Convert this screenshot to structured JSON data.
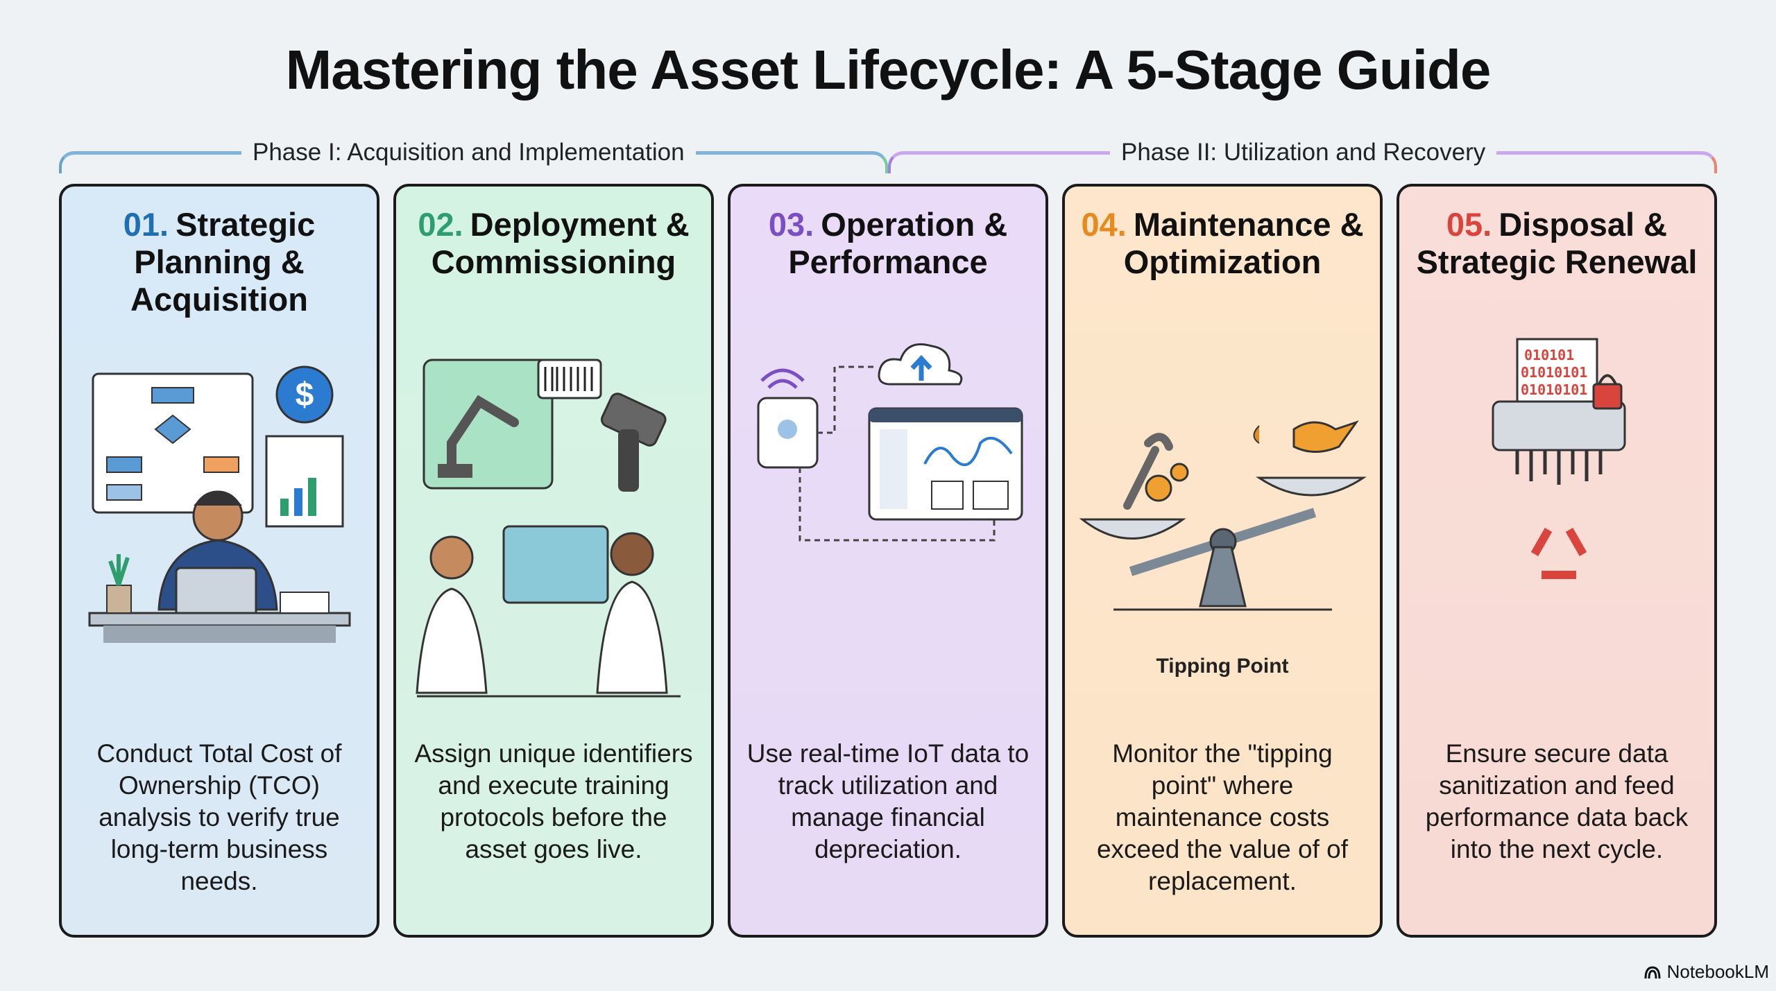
{
  "title": "Mastering the Asset Lifecycle: A 5-Stage Guide",
  "phases": [
    "Phase I: Acquisition and Implementation",
    "Phase II: Utilization and Recovery"
  ],
  "stages": [
    {
      "number": "01.",
      "title": "Strategic Planning & Acquisition",
      "text": "Conduct Total Cost of Ownership (TCO) analysis to verify true long-term business needs.",
      "color": "#1f6fb2"
    },
    {
      "number": "02.",
      "title": "Deployment & Commissioning",
      "text": "Assign unique identifiers and execute training protocols before the asset goes live.",
      "color": "#2e9e6e"
    },
    {
      "number": "03.",
      "title": "Operation & Performance",
      "text": "Use real-time IoT data to track utilization and manage financial depreciation.",
      "color": "#7a4fc4"
    },
    {
      "number": "04.",
      "title": "Maintenance & Optimization",
      "text": "Monitor the \"tipping point\" where maintenance costs exceed the value of of replacement.",
      "color": "#e58a1f"
    },
    {
      "number": "05.",
      "title": "Disposal & Strategic Renewal",
      "text": "Ensure secure data sanitization and feed performance data back into the next cycle.",
      "color": "#d9453c"
    }
  ],
  "tipping_point_label": "Tipping Point",
  "binary_text": [
    "010101",
    "01010101",
    "01010101"
  ],
  "brand": "NotebookLM"
}
